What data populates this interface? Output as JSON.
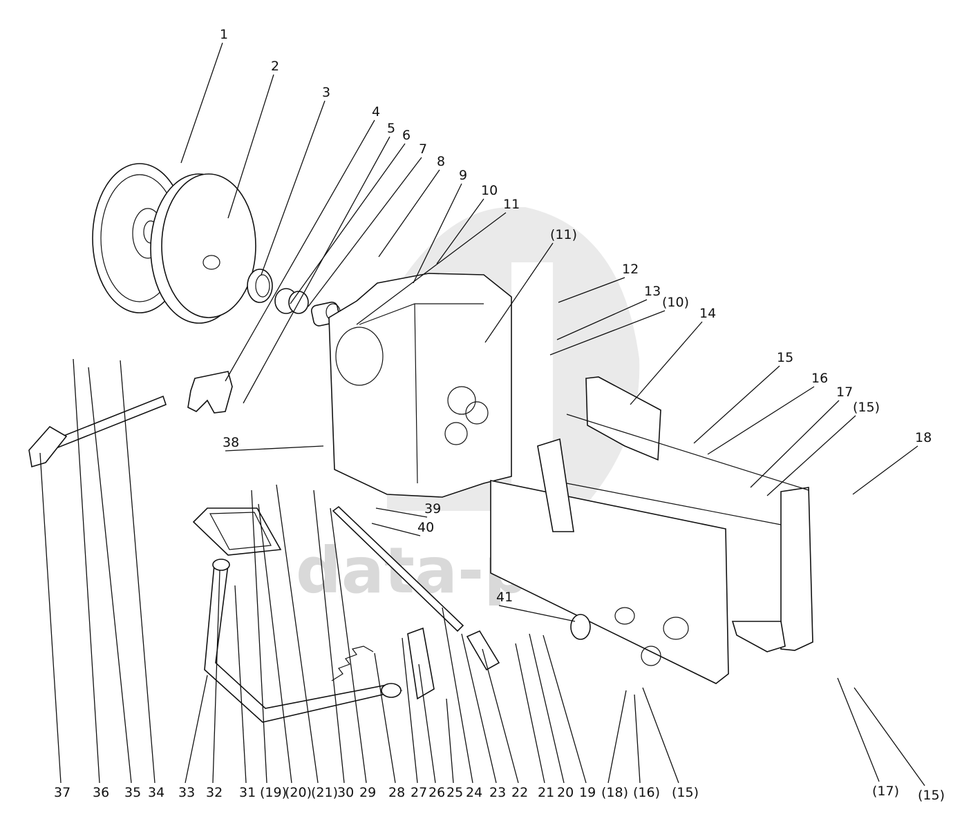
{
  "watermark": {
    "text": "data-parts"
  },
  "callouts": [
    {
      "id": "c1",
      "text": "1"
    },
    {
      "id": "c2",
      "text": "2"
    },
    {
      "id": "c3",
      "text": "3"
    },
    {
      "id": "c4",
      "text": "4"
    },
    {
      "id": "c5",
      "text": "5"
    },
    {
      "id": "c6",
      "text": "6"
    },
    {
      "id": "c7",
      "text": "7"
    },
    {
      "id": "c8",
      "text": "8"
    },
    {
      "id": "c9",
      "text": "9"
    },
    {
      "id": "c10",
      "text": "10"
    },
    {
      "id": "c11",
      "text": "11"
    },
    {
      "id": "c11b",
      "text": "(11)"
    },
    {
      "id": "c12",
      "text": "12"
    },
    {
      "id": "c13",
      "text": "13"
    },
    {
      "id": "c10b",
      "text": "(10)"
    },
    {
      "id": "c14",
      "text": "14"
    },
    {
      "id": "c15",
      "text": "15"
    },
    {
      "id": "c16",
      "text": "16"
    },
    {
      "id": "c17",
      "text": "17"
    },
    {
      "id": "c15b",
      "text": "(15)"
    },
    {
      "id": "c18",
      "text": "18"
    },
    {
      "id": "c38",
      "text": "38"
    },
    {
      "id": "c39",
      "text": "39"
    },
    {
      "id": "c40",
      "text": "40"
    },
    {
      "id": "c41",
      "text": "41"
    },
    {
      "id": "b37",
      "text": "37"
    },
    {
      "id": "b36",
      "text": "36"
    },
    {
      "id": "b35",
      "text": "35"
    },
    {
      "id": "b34",
      "text": "34"
    },
    {
      "id": "b33",
      "text": "33"
    },
    {
      "id": "b32",
      "text": "32"
    },
    {
      "id": "b31",
      "text": "31"
    },
    {
      "id": "b19p",
      "text": "(19)"
    },
    {
      "id": "b20p",
      "text": "(20)"
    },
    {
      "id": "b21p",
      "text": "(21)"
    },
    {
      "id": "b30",
      "text": "30"
    },
    {
      "id": "b29",
      "text": "29"
    },
    {
      "id": "b28",
      "text": "28"
    },
    {
      "id": "b27",
      "text": "27"
    },
    {
      "id": "b26",
      "text": "26"
    },
    {
      "id": "b25",
      "text": "25"
    },
    {
      "id": "b24",
      "text": "24"
    },
    {
      "id": "b23",
      "text": "23"
    },
    {
      "id": "b22",
      "text": "22"
    },
    {
      "id": "b21",
      "text": "21"
    },
    {
      "id": "b20",
      "text": "20"
    },
    {
      "id": "b19",
      "text": "19"
    },
    {
      "id": "b18p",
      "text": "(18)"
    },
    {
      "id": "b16p",
      "text": "(16)"
    },
    {
      "id": "b15p",
      "text": "(15)"
    },
    {
      "id": "b17p",
      "text": "(17)"
    },
    {
      "id": "b15q",
      "text": "(15)"
    }
  ]
}
